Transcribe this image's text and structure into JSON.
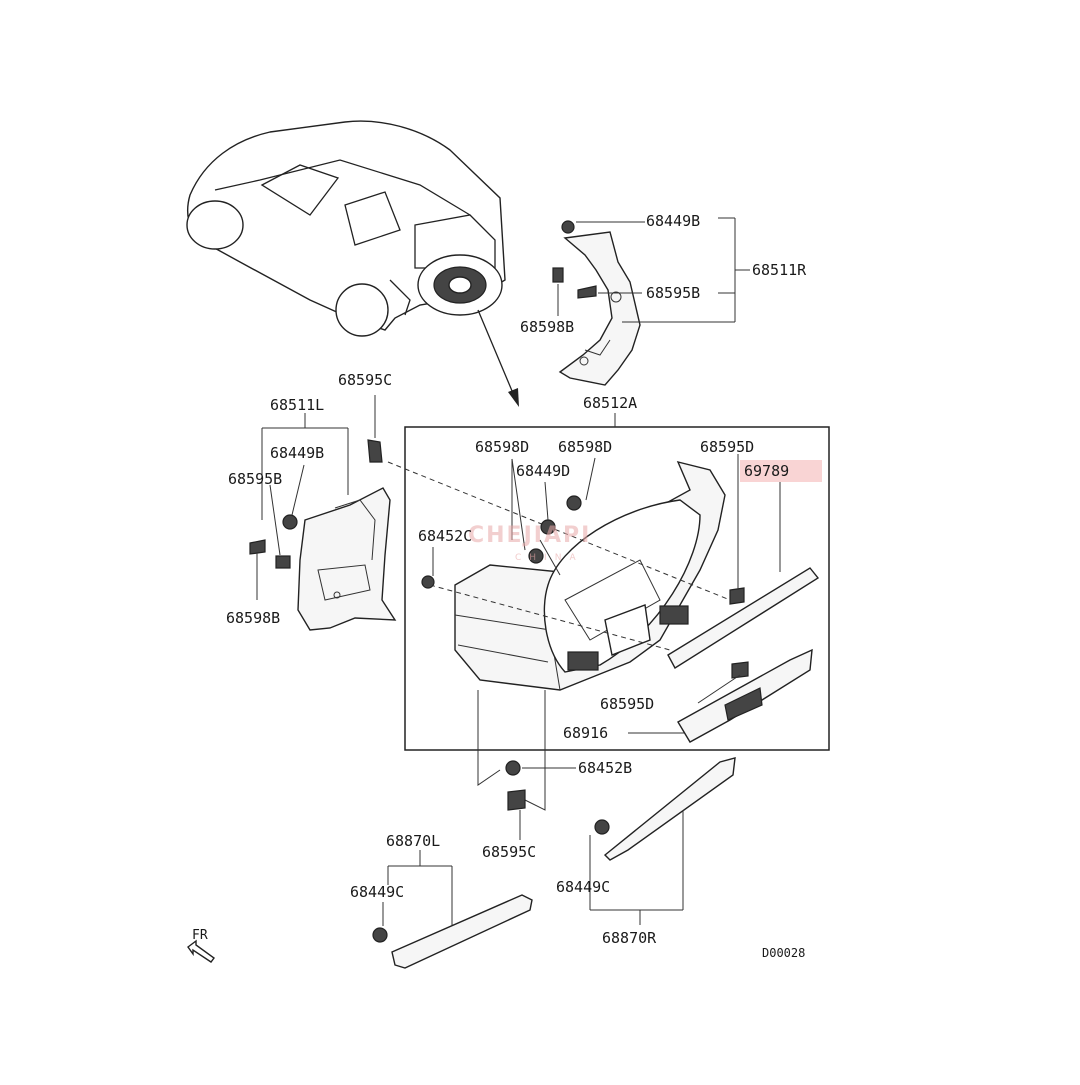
{
  "watermark": {
    "text": "CHEJIAPI",
    "sub": "CHINA"
  },
  "direction": {
    "label": "FR"
  },
  "diagram_code": "D00028",
  "highlight_color": "#f9d4d4",
  "callouts": {
    "p68449B_top": "68449B",
    "p68511R": "68511R",
    "p68595B_top": "68595B",
    "p68598B_top": "68598B",
    "p68595C_top": "68595C",
    "p68511L": "68511L",
    "p68449B_left": "68449B",
    "p68595B_left": "68595B",
    "p68598B_left": "68598B",
    "p68512A": "68512A",
    "p68598D_1": "68598D",
    "p68598D_2": "68598D",
    "p68449D": "68449D",
    "p68595D_top": "68595D",
    "p69789": "69789",
    "p68452C": "68452C",
    "p68595D_bot": "68595D",
    "p68916": "68916",
    "p68452B": "68452B",
    "p68595C_bot": "68595C",
    "p68870L": "68870L",
    "p68449C_left": "68449C",
    "p68449C_right": "68449C",
    "p68870R": "68870R"
  }
}
